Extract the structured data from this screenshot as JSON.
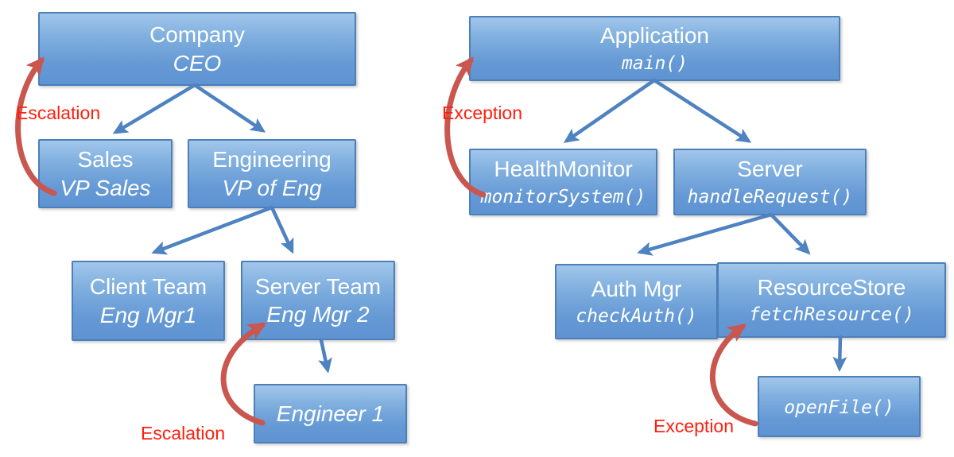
{
  "diagram": {
    "left_tree": {
      "nodes": [
        {
          "id": "company",
          "title": "Company",
          "subtitle": "CEO"
        },
        {
          "id": "sales",
          "title": "Sales",
          "subtitle": "VP Sales"
        },
        {
          "id": "engineering",
          "title": "Engineering",
          "subtitle": "VP of Eng"
        },
        {
          "id": "client-team",
          "title": "Client Team",
          "subtitle": "Eng Mgr1"
        },
        {
          "id": "server-team",
          "title": "Server Team",
          "subtitle": "Eng Mgr 2"
        },
        {
          "id": "engineer-1",
          "title": "",
          "subtitle": "Engineer 1"
        }
      ],
      "labels": {
        "top": "Escalation",
        "bottom": "Escalation"
      }
    },
    "right_tree": {
      "nodes": [
        {
          "id": "application",
          "title": "Application",
          "subtitle": "main()"
        },
        {
          "id": "health-monitor",
          "title": "HealthMonitor",
          "subtitle": "monitorSystem()"
        },
        {
          "id": "server",
          "title": "Server",
          "subtitle": "handleRequest()"
        },
        {
          "id": "auth-mgr",
          "title": "Auth Mgr",
          "subtitle": "checkAuth()"
        },
        {
          "id": "resource-store",
          "title": "ResourceStore",
          "subtitle": "fetchResource()"
        },
        {
          "id": "open-file",
          "title": "",
          "subtitle": "openFile()"
        }
      ],
      "labels": {
        "top": "Exception",
        "bottom": "Exception"
      }
    },
    "colors": {
      "node_fill_top": "#a2c6eb",
      "node_fill_bottom": "#5e94d2",
      "node_border": "#4d7fb9",
      "node_text": "#ffffff",
      "tree_arrow_blue": "#4e82c0",
      "return_arrow_red": "#c9564f",
      "label_red": "#ff1e0e"
    }
  }
}
